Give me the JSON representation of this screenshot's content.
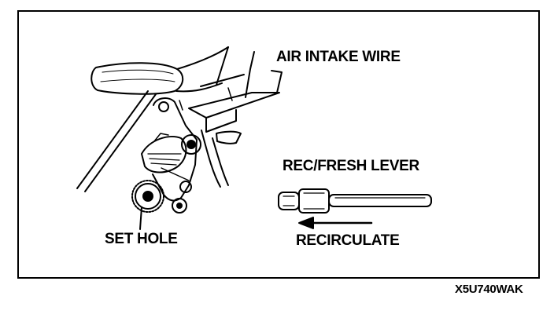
{
  "labels": {
    "air_intake_wire": "AIR INTAKE WIRE",
    "rec_fresh_lever": "REC/FRESH LEVER",
    "set_hole": "SET HOLE",
    "recirculate": "RECIRCULATE",
    "figure_code": "X5U740WAK"
  }
}
